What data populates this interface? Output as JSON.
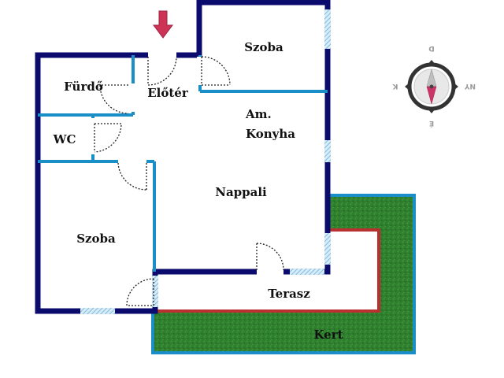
{
  "rooms": {
    "szoba_top": "Szoba",
    "furdo": "Fürdő",
    "eloter": "Előtér",
    "am_line1": "Am.",
    "am_line2": "Konyha",
    "wc": "WC",
    "nappali": "Nappali",
    "szoba_left": "Szoba",
    "terasz": "Terasz",
    "kert": "Kert"
  },
  "compass": {
    "north": "É",
    "south": "D",
    "east": "K",
    "west": "NY"
  },
  "colors": {
    "outer_wall": "#0b0b6e",
    "inner_wall": "#1a8fc7",
    "window": "#9cc8e8",
    "terrace_border": "#b83030",
    "garden": "#2e7d2e",
    "garden_border": "#1a8fc7",
    "entrance_arrow": "#cc3355",
    "compass_ring": "#333333",
    "compass_needle_north": "#cc3366",
    "compass_needle_south": "#bfbfbf"
  },
  "icons": {
    "entrance": "arrow-down-icon",
    "compass": "compass-icon"
  }
}
